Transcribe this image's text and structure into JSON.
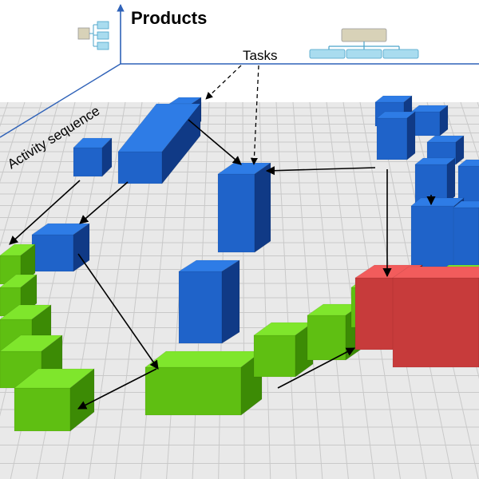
{
  "diagram": {
    "axis_products_label": "Products",
    "axis_activity_label": "Activity sequence",
    "callout_label": "Tasks"
  },
  "colors": {
    "floor": "#e9e9e9",
    "grid": "#c9c9c9",
    "axis": "#2f62b8",
    "blue_top": "#2e7ce6",
    "blue_front": "#1f63c9",
    "blue_side": "#103a86",
    "green_top": "#7fe62c",
    "green_front": "#5fbf12",
    "green_side": "#3c8b05",
    "red_top": "#f25c5c",
    "red_front": "#c73b3b",
    "red_side": "#7a1a1a",
    "arrow": "#000000"
  },
  "icons": [
    "hierarchy-small-icon",
    "org-chart-icon"
  ]
}
